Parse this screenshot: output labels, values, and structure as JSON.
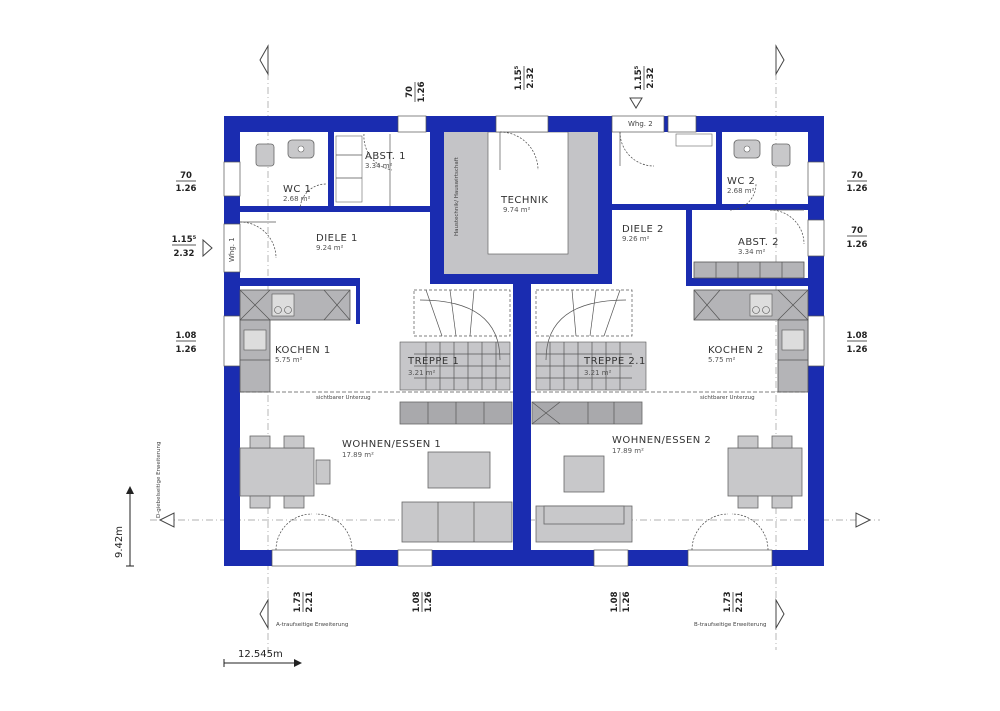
{
  "rooms": {
    "abst1": {
      "name": "ABST. 1",
      "area": "3.34 m²"
    },
    "wc1": {
      "name": "WC 1",
      "area": "2.68 m²"
    },
    "technik": {
      "name": "TECHNIK",
      "area": "9.74 m²"
    },
    "haustechnik": "Haustechnik/ Hauswirtschaft",
    "diele1": {
      "name": "DIELE 1",
      "area": "9.24 m²"
    },
    "diele2": {
      "name": "DIELE 2",
      "area": "9.26 m²"
    },
    "wc2": {
      "name": "WC 2",
      "area": "2.68 m²"
    },
    "abst2": {
      "name": "ABST. 2",
      "area": "3.34 m²"
    },
    "kochen1": {
      "name": "KOCHEN 1",
      "area": "5.75 m²"
    },
    "kochen2": {
      "name": "KOCHEN 2",
      "area": "5.75 m²"
    },
    "treppe1": {
      "name": "TREPPE 1",
      "area": "3.21 m²"
    },
    "treppe2": {
      "name": "TREPPE 2.1",
      "area": "3.21 m²"
    },
    "wohnen1": {
      "name": "WOHNEN/ESSEN 1",
      "area": "17.89 m²"
    },
    "wohnen2": {
      "name": "WOHNEN/ESSEN 2",
      "area": "17.89 m²"
    }
  },
  "labels": {
    "whg1": "Whg. 1",
    "whg2": "Whg. 2",
    "unterzug_left": "sichtbarer Unterzug",
    "unterzug_right": "sichtbarer Unterzug",
    "giebel": "D-giebelseitige Erweiterung",
    "a_trauf": "A-traufseitige Erweiterung",
    "b_trauf": "B-traufseitige Erweiterung"
  },
  "dimensions": {
    "top_1": {
      "top": "70",
      "bottom": "1.26"
    },
    "top_2": {
      "top": "1.15⁵",
      "bottom": "2.32"
    },
    "top_3": {
      "top": "1.15⁵",
      "bottom": "2.32"
    },
    "left_1": {
      "top": "70",
      "bottom": "1.26"
    },
    "left_2": {
      "top": "1.15⁵",
      "bottom": "2.32"
    },
    "left_3": {
      "top": "1.08",
      "bottom": "1.26"
    },
    "right_1": {
      "top": "70",
      "bottom": "1.26"
    },
    "right_2": {
      "top": "70",
      "bottom": "1.26"
    },
    "right_3": {
      "top": "1.08",
      "bottom": "1.26"
    },
    "bottom_1": {
      "top": "1.73",
      "bottom": "2.21"
    },
    "bottom_2": {
      "top": "1.08",
      "bottom": "1.26"
    },
    "bottom_3": {
      "top": "1.08",
      "bottom": "1.26"
    },
    "bottom_4": {
      "top": "1.73",
      "bottom": "2.21"
    },
    "depth": "9.42m",
    "width": "12.545m"
  },
  "colors": {
    "wall": "#1a2cb0",
    "furniture": "#c8c8ca",
    "technik_fill": "#c4c4c7"
  }
}
